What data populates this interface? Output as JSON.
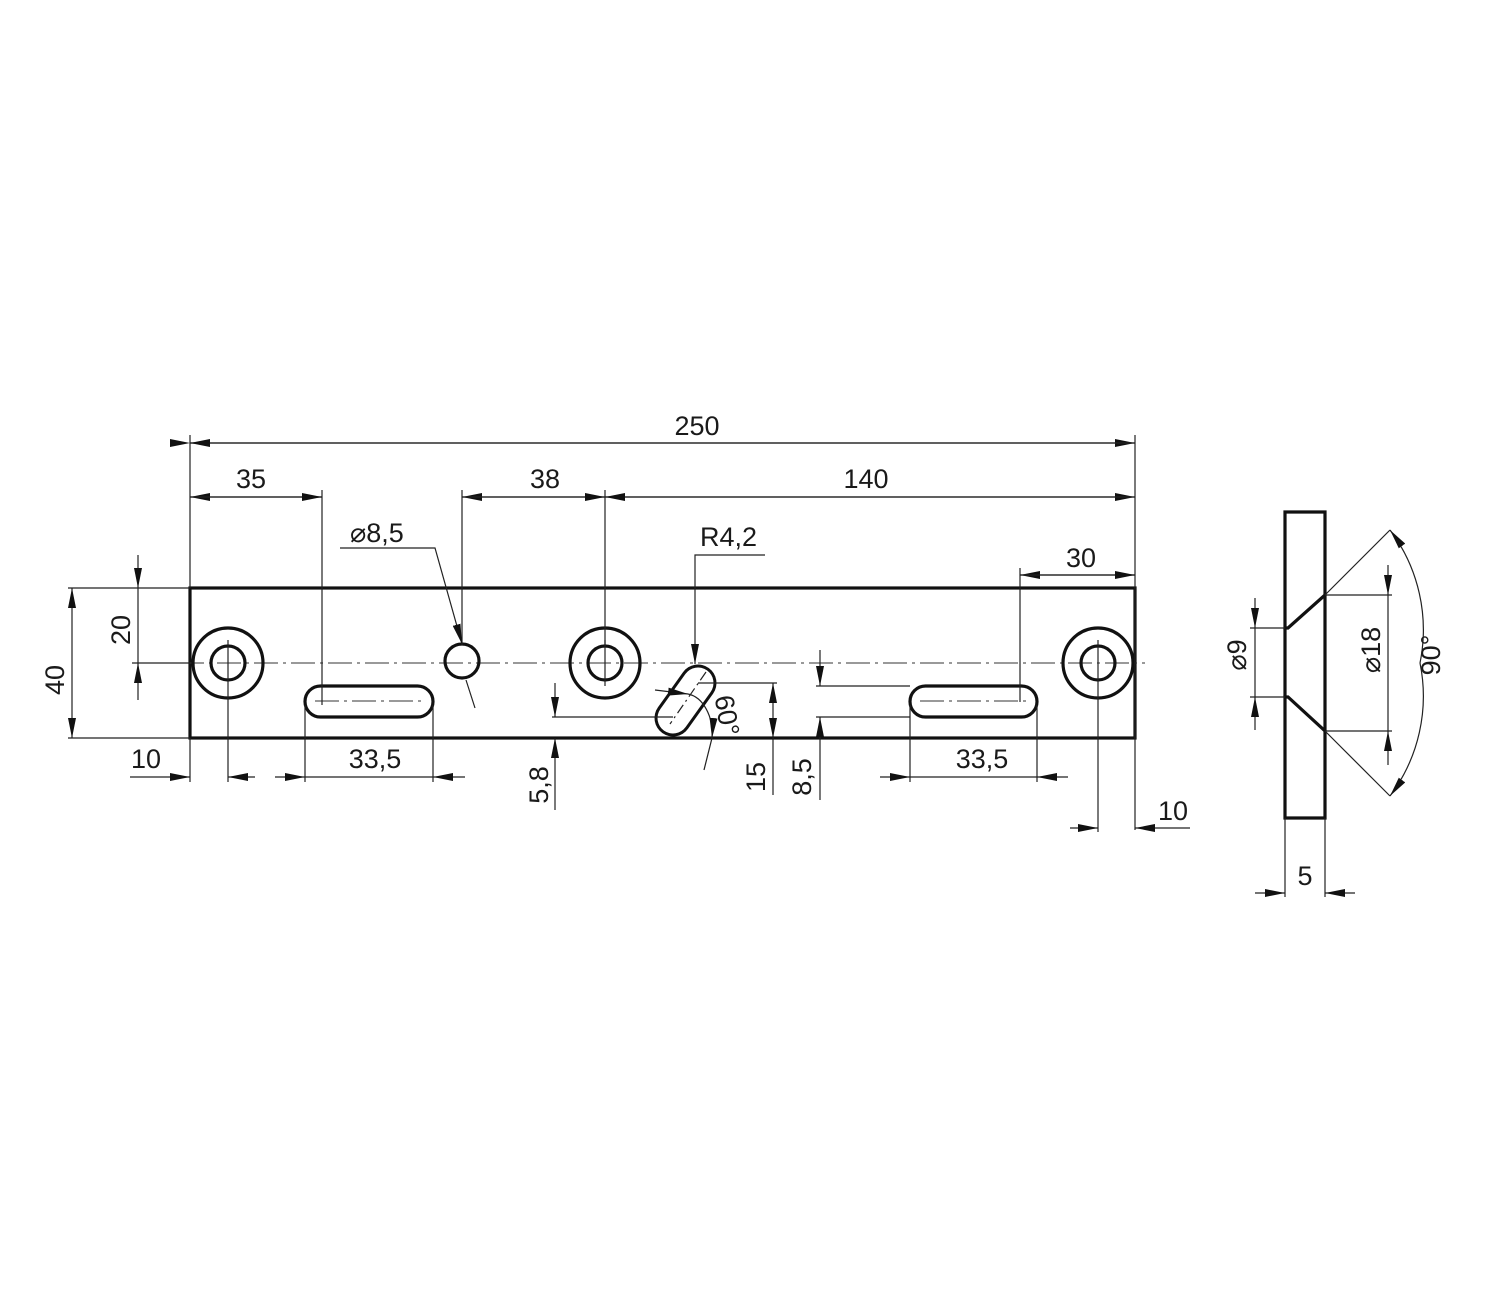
{
  "drawing": {
    "front_view": {
      "dimensions": {
        "overall_length": "250",
        "first_hole_to_slot": "35",
        "small_hole_to_center": "38",
        "center_to_end": "140",
        "hole_diameter": "⌀8,5",
        "slot_radius": "R4,2",
        "right_slot_offset": "30",
        "centerline_height": "20",
        "overall_width": "40",
        "left_edge_offset": "10",
        "left_slot_length": "33,5",
        "angled_slot_height": "5,8",
        "angled_slot_top": "15",
        "right_slot_height": "8,5",
        "angle": "60°",
        "right_slot_length": "33,5",
        "right_edge_offset": "10"
      }
    },
    "section_view": {
      "dimensions": {
        "bore_diameter": "⌀9",
        "countersink_diameter": "⌀18",
        "countersink_angle": "90°",
        "thickness": "5"
      }
    },
    "colors": {
      "line": "#111111",
      "background": "#ffffff"
    }
  }
}
